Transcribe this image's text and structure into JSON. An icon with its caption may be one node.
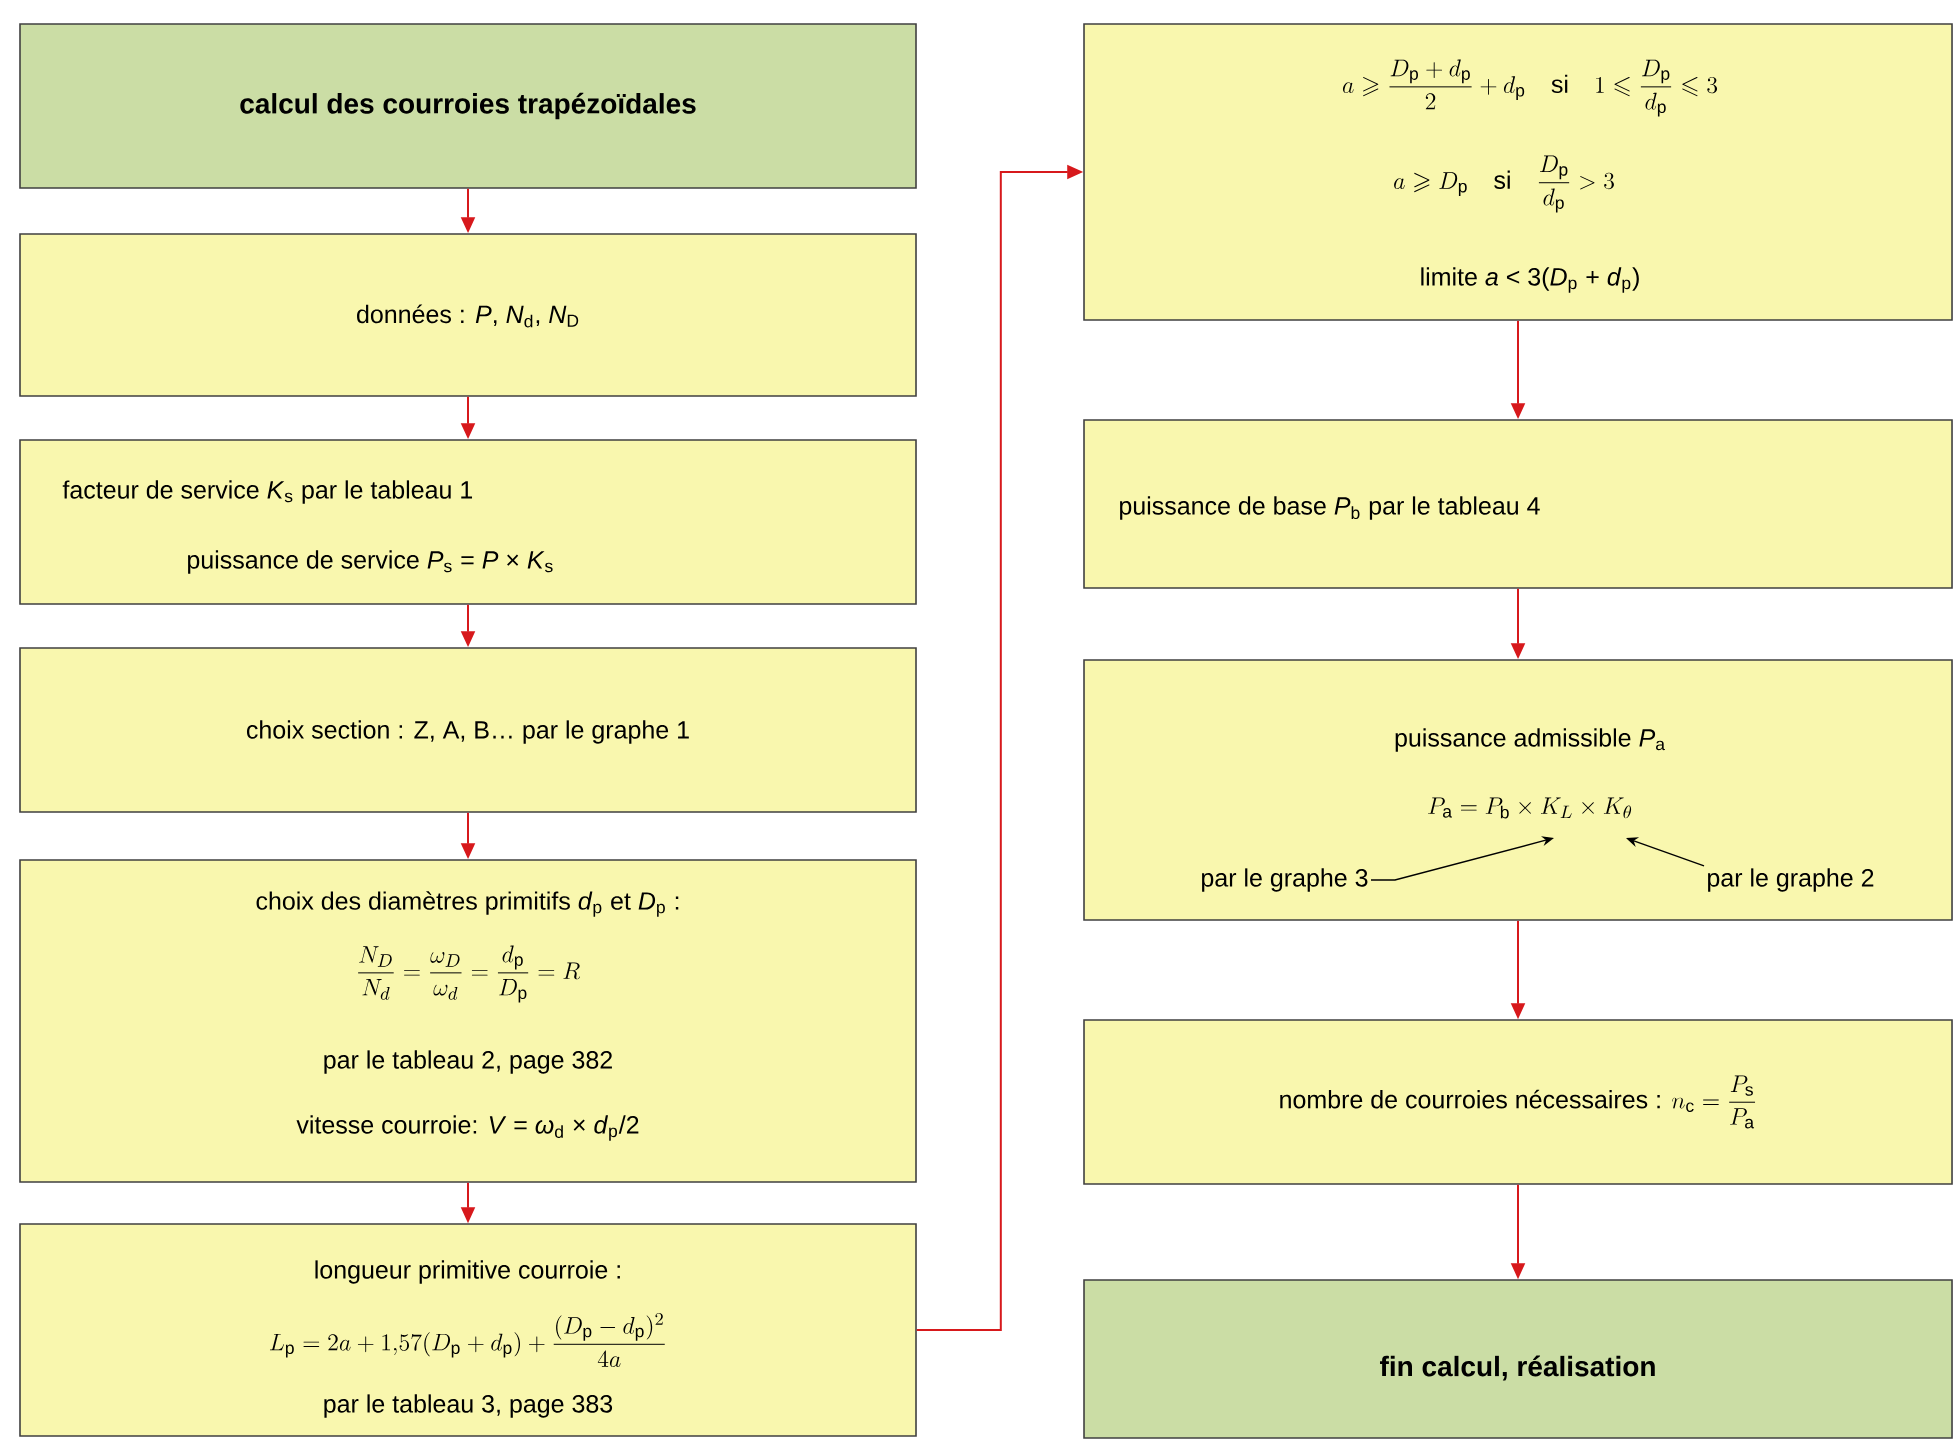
{
  "diagram": {
    "nodes": [
      {
        "text": [
          "calcul des courroies trapézoïdales"
        ]
      },
      {
        "text": [
          "données : *P*, *N*$_{d}$, *N*$_{D}$"
        ]
      },
      {
        "text": [
          "facteur de service *K*$_{s}$ par le tableau 1",
          "puissance de service *P*$_{s}$ = *P* × *K*$_{s}$"
        ]
      },
      {
        "text": [
          "choix section : Z, A, B… par le graphe 1"
        ]
      },
      {
        "text": [
          "choix des diamètres primitifs *d*$_{p}$ et *D*$_{p}$ :",
          "\\frac{N_D}{N_d}=\\frac{\\omega_D}{\\omega_d}=\\frac{d_\\mathrm{p}}{D_\\mathrm{p}}=R",
          "par le tableau 2, page 382",
          "vitesse courroie: *V* = *ω*$_{d}$ × *d*$_{p}$/2"
        ]
      },
      {
        "text": [
          "longueur primitive courroie :",
          "L_\\mathrm{p}=2a+1{,}57(D_\\mathrm{p}+d_\\mathrm{p})+\\frac{(D_\\mathrm{p}-d_\\mathrm{p})^2}{4a}",
          "par le tableau 3, page 383"
        ]
      },
      {
        "text": [
          "a\\geqslant\\frac{D_\\mathrm{p}+d_\\mathrm{p}}{2}+d_\\mathrm{p}\\quad\\text{si}\\quad 1\\leqslant\\frac{D_\\mathrm{p}}{d_\\mathrm{p}}\\leqslant 3",
          "a\\geqslant D_\\mathrm{p}\\quad\\text{si}\\quad\\frac{D_\\mathrm{p}}{d_\\mathrm{p}}>3",
          "limite *a* < 3(*D*$_{p}$ + *d*$_{p}$)"
        ]
      },
      {
        "text": [
          "puissance de base *P*$_{b}$ par le tableau 4"
        ]
      },
      {
        "text": [
          "puissance admissible *P*$_{a}$",
          "P_\\mathrm{a}=P_\\mathrm{b}\\times K_L\\times K_\\theta"
        ]
      },
      {
        "text": [
          "par le graphe 3"
        ],
        "in": 8
      },
      {
        "text": [
          "par le graphe 2"
        ],
        "in": 8
      },
      {
        "text": [
          "\\text{nombre de courroies nécessaires : }n_\\mathrm{c}=\\frac{P_\\mathrm{s}}{P_\\mathrm{a}}"
        ]
      },
      {
        "text": [
          "fin calcul, réalisation"
        ]
      }
    ],
    "edges": [
      {
        "from": 0,
        "to": 1,
        "arrow": "to"
      },
      {
        "from": 1,
        "to": 2,
        "arrow": "to"
      },
      {
        "from": 2,
        "to": 3,
        "arrow": "to"
      },
      {
        "from": 3,
        "to": 4,
        "arrow": "to"
      },
      {
        "from": 4,
        "to": 5,
        "arrow": "to"
      },
      {
        "from": 5,
        "to": 6,
        "arrow": "to"
      },
      {
        "from": 6,
        "to": 7,
        "arrow": "to"
      },
      {
        "from": 7,
        "to": 8,
        "arrow": "to"
      },
      {
        "from": 8,
        "to": 11,
        "arrow": "to"
      },
      {
        "from": 11,
        "to": 12,
        "arrow": "to"
      },
      {
        "from": 9,
        "to": null,
        "arrow": "to",
        "color": "#000000"
      },
      {
        "from": 10,
        "to": null,
        "arrow": "to",
        "color": "#000000"
      }
    ]
  }
}
